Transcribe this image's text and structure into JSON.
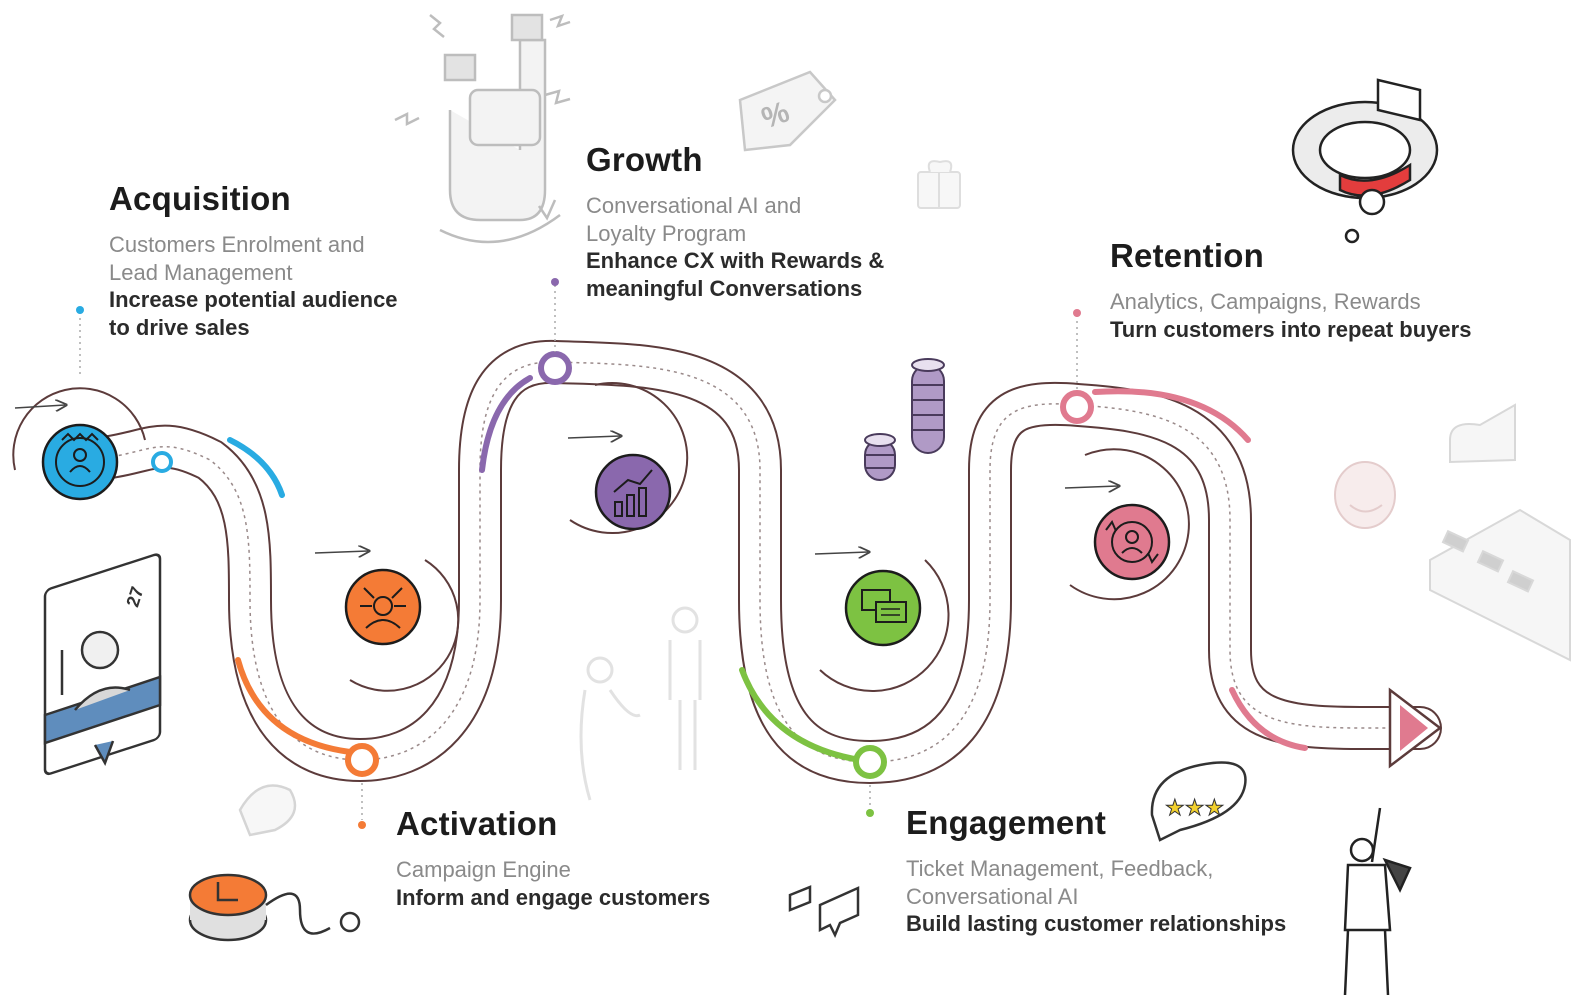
{
  "colors": {
    "acquisition": "#29abe2",
    "activation": "#f47b36",
    "growth": "#8a68ad",
    "engagement": "#7dc242",
    "retention": "#e07a8f",
    "road": "#5c3b3b",
    "grey": "#d9d9d9"
  },
  "stages": [
    {
      "id": "acquisition",
      "title": "Acquisition",
      "subtitle": [
        "Customers Enrolment and",
        "Lead Management"
      ],
      "description": [
        "Increase potential audience",
        "to drive sales"
      ]
    },
    {
      "id": "activation",
      "title": "Activation",
      "subtitle": [
        "Campaign Engine"
      ],
      "description": [
        "Inform and engage customers"
      ]
    },
    {
      "id": "growth",
      "title": "Growth",
      "subtitle": [
        "Conversational AI and",
        "Loyalty Program"
      ],
      "description": [
        "Enhance CX with Rewards &",
        "meaningful Conversations"
      ]
    },
    {
      "id": "engagement",
      "title": "Engagement",
      "subtitle": [
        "Ticket Management, Feedback,",
        "Conversational AI"
      ],
      "description": [
        "Build lasting customer relationships"
      ]
    },
    {
      "id": "retention",
      "title": "Retention",
      "subtitle": [
        "Analytics, Campaigns, Rewards"
      ],
      "description": [
        "Turn customers into repeat buyers"
      ]
    }
  ],
  "decor": {
    "profile_count": "27",
    "discount_symbol": "%"
  },
  "icons": [
    "acquisition-audience-icon",
    "activation-target-icon",
    "growth-chart-icon",
    "engagement-chat-icon",
    "retention-cycle-icon",
    "magnet-hand-icon",
    "discount-tag-icon",
    "gift-icon",
    "coin-stack-icon",
    "profile-card-icon",
    "clock-icon",
    "speech-bubble-icon",
    "rating-stars-icon",
    "megaphone-person-icon",
    "donut-chart-icon",
    "calendar-icon",
    "smiley-icon"
  ]
}
